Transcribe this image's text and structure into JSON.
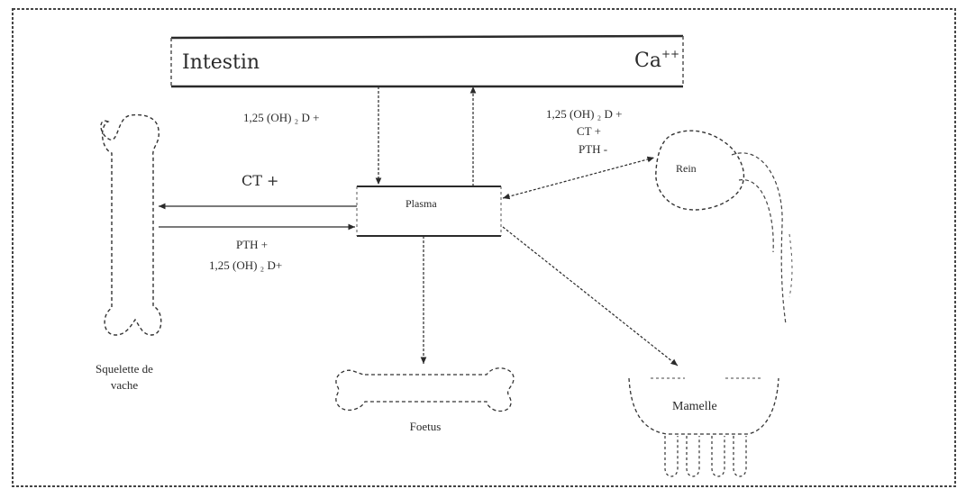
{
  "diagram": {
    "intestin": {
      "name": "Intestin",
      "ion": "Ca",
      "ion_sup": "++"
    },
    "flows": {
      "intestin_to_plasma": "1,25 (OH) ₂ D +",
      "skeleton_out": "CT +",
      "skeleton_in_pth": "PTH +",
      "skeleton_in_d": "1,25 (OH) ₂ D+",
      "rein_d": "1,25 (OH) ₂ D +",
      "rein_ct": "CT +",
      "rein_pth": "PTH -"
    },
    "plasma": "Plasma",
    "rein": "Rein",
    "skeleton": {
      "line1": "Squelette de",
      "line2": "vache"
    },
    "foetus": "Foetus",
    "mamelle": "Mamelle"
  },
  "colors": {
    "ink": "#2a2a2a",
    "border": "#3a3a3a"
  }
}
